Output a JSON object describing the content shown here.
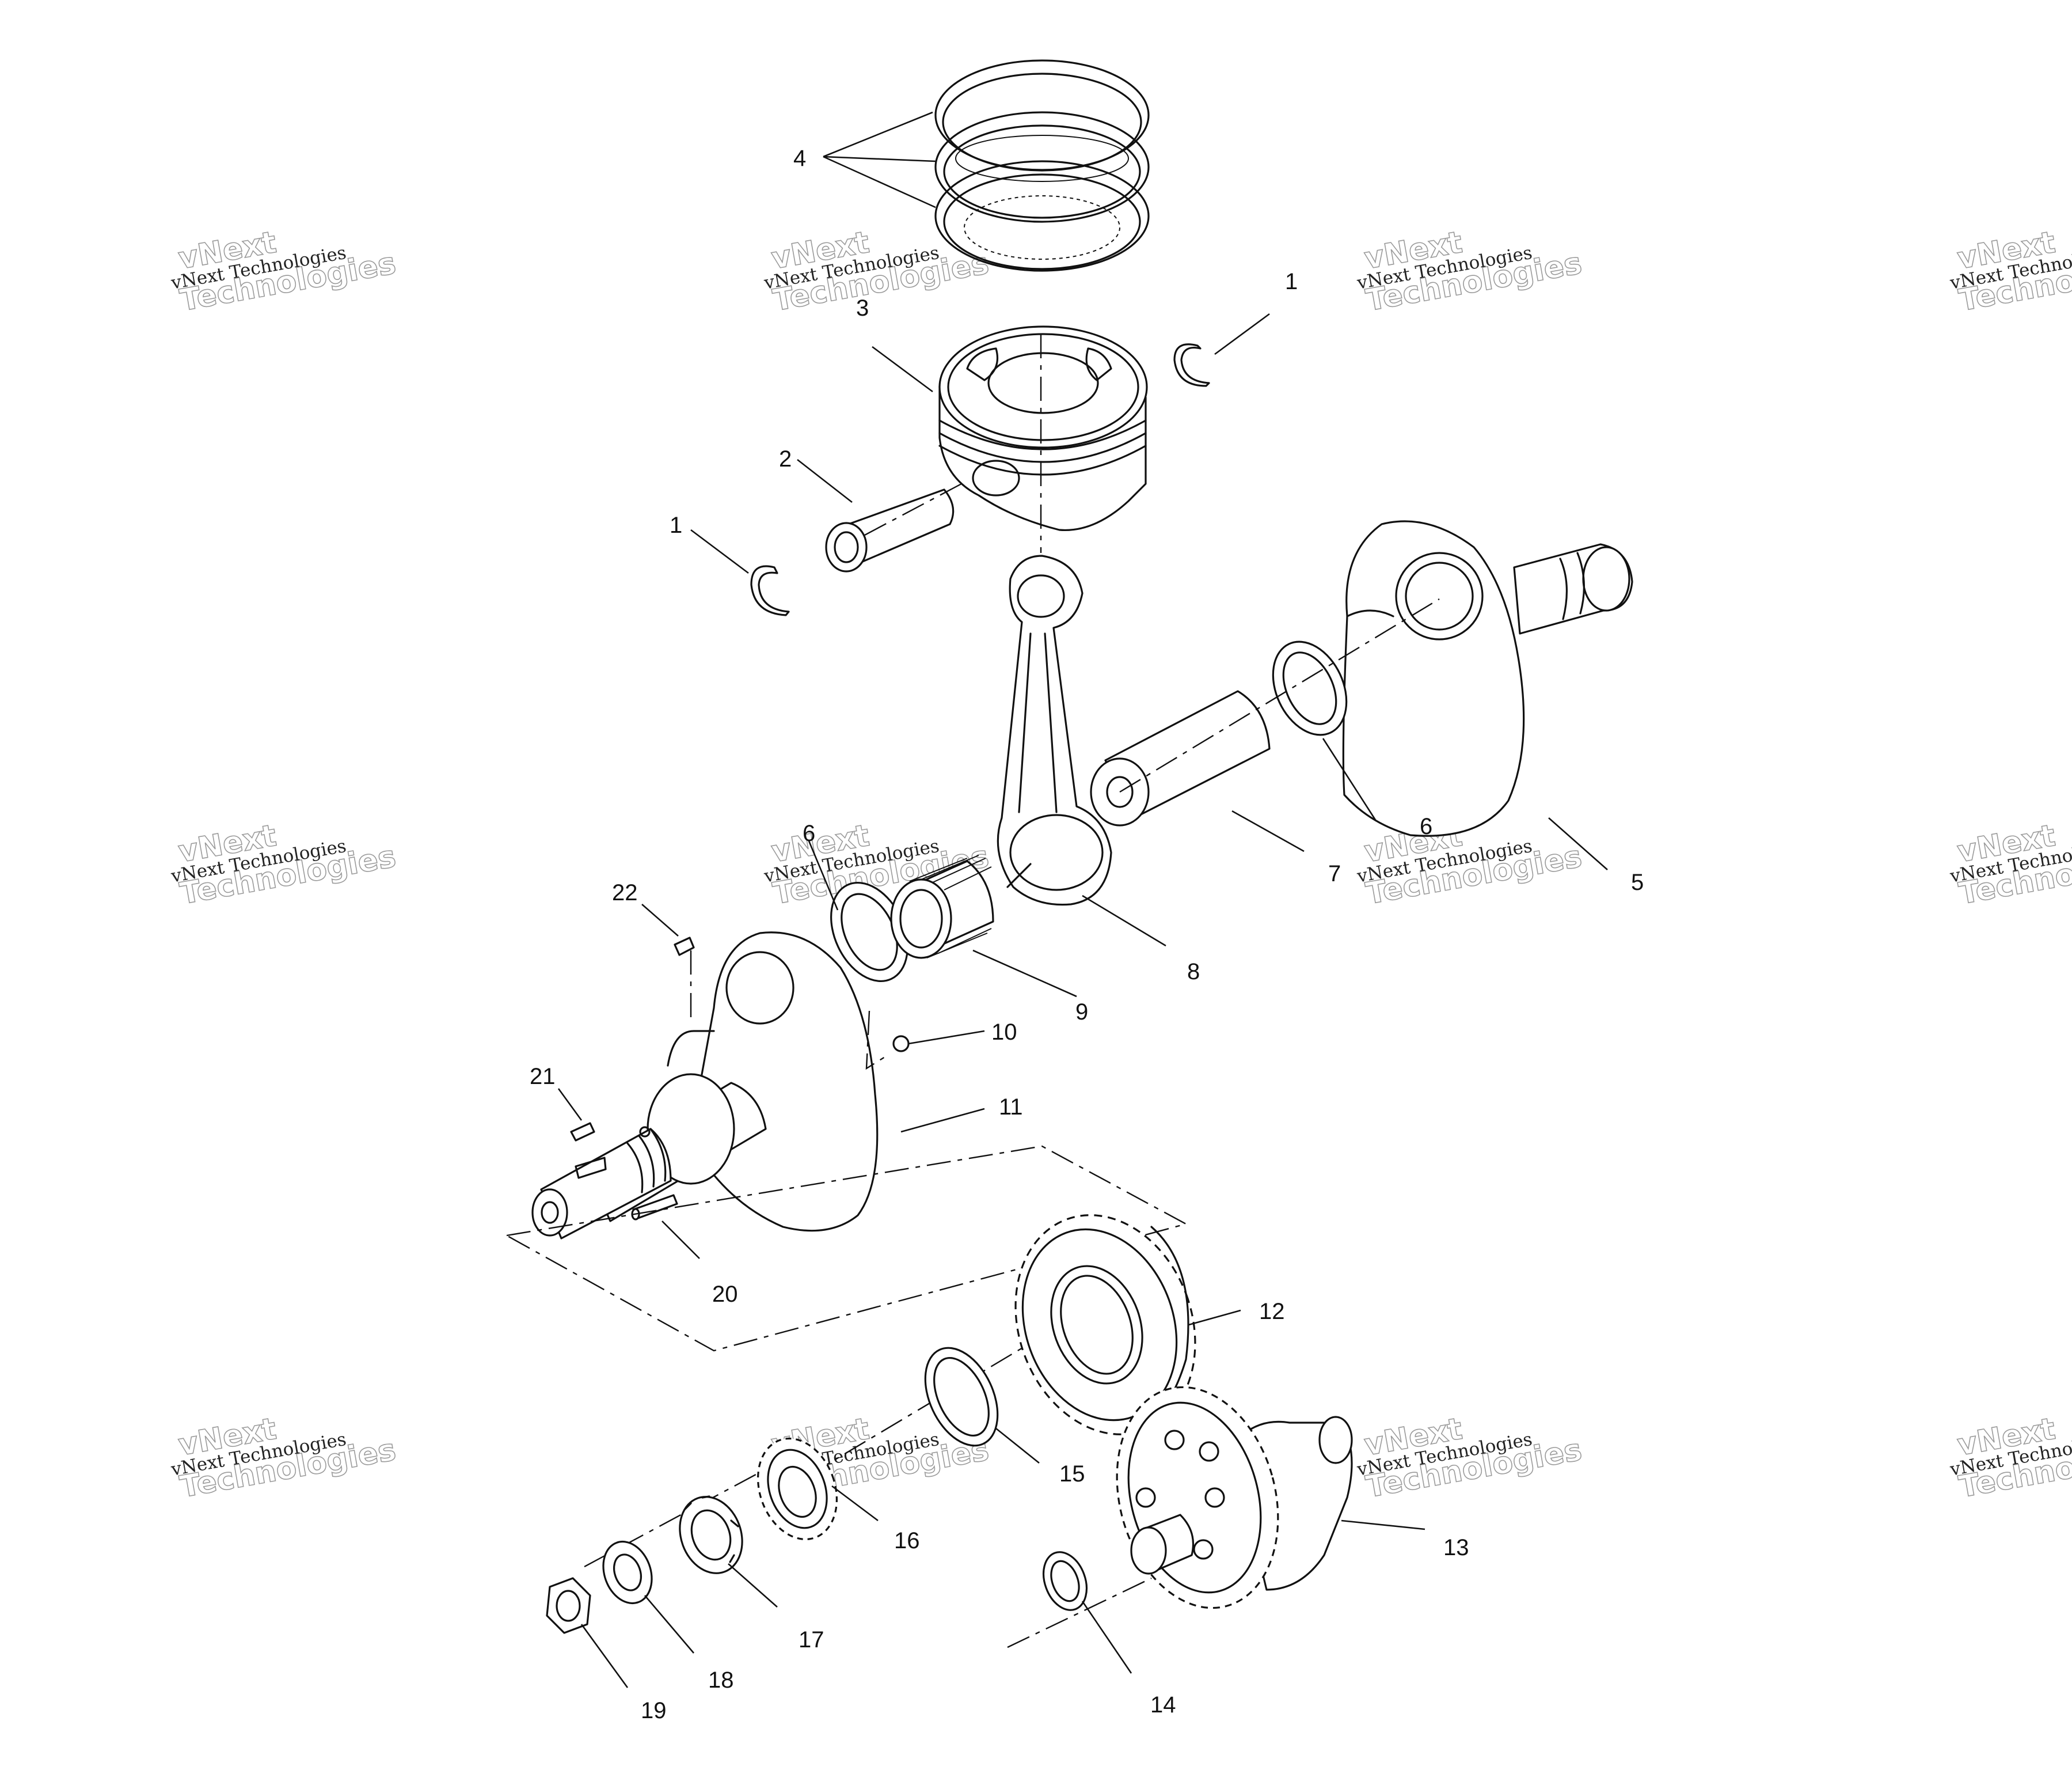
{
  "watermark": {
    "line1": "vNext Technologies",
    "line2": "vNext",
    "line3": "Technologies"
  },
  "callouts": [
    {
      "id": "c4",
      "text": "4"
    },
    {
      "id": "c1a",
      "text": "1"
    },
    {
      "id": "c3",
      "text": "3"
    },
    {
      "id": "c2",
      "text": "2"
    },
    {
      "id": "c1b",
      "text": "1"
    },
    {
      "id": "c6a",
      "text": "6"
    },
    {
      "id": "c6b",
      "text": "6"
    },
    {
      "id": "c7",
      "text": "7"
    },
    {
      "id": "c5",
      "text": "5"
    },
    {
      "id": "c8",
      "text": "8"
    },
    {
      "id": "c9",
      "text": "9"
    },
    {
      "id": "c10",
      "text": "10"
    },
    {
      "id": "c11",
      "text": "11"
    },
    {
      "id": "c21",
      "text": "21"
    },
    {
      "id": "c22",
      "text": "22"
    },
    {
      "id": "c20",
      "text": "20"
    },
    {
      "id": "c12",
      "text": "12"
    },
    {
      "id": "c15",
      "text": "15"
    },
    {
      "id": "c16",
      "text": "16"
    },
    {
      "id": "c17",
      "text": "17"
    },
    {
      "id": "c18",
      "text": "18"
    },
    {
      "id": "c19",
      "text": "19"
    },
    {
      "id": "c13",
      "text": "13"
    },
    {
      "id": "c14",
      "text": "14"
    }
  ]
}
